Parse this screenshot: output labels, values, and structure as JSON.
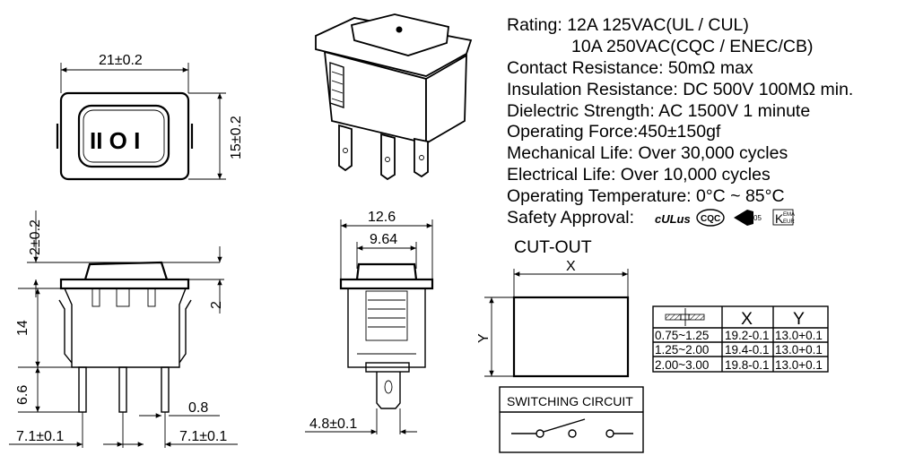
{
  "specs": {
    "rating_1": "Rating: 12A 125VAC(UL / CUL)",
    "rating_2": "10A  250VAC(CQC / ENEC/CB)",
    "contact_resistance": "Contact Resistance: 50mΩ max",
    "insulation_resistance": "Insulation Resistance: DC 500V 100MΩ min.",
    "dielectric_strength": "Dielectric Strength: AC 1500V 1 minute",
    "operating_force": "Operating Force:450±150gf",
    "mechanical_life": "Mechanical Life: Over 30,000 cycles",
    "electrical_life": "Electrical Life: Over 10,000 cycles",
    "operating_temperature": "Operating Temperature: 0°C ~ 85°C",
    "safety_approval": "Safety Approval:"
  },
  "approvals": {
    "ul": "cULus",
    "cqc": "CQC",
    "enec": "05",
    "kema": "KEMA EUR"
  },
  "front_view": {
    "width_dim": "21±0.2",
    "height_dim": "15±0.2",
    "symbols": "II O I"
  },
  "side_view": {
    "rocker_dim": "2±0.2",
    "rocker_height": "2",
    "body_height": "14",
    "pin_length": "6.6",
    "pin_width": "0.8",
    "pitch_left": "7.1±0.1",
    "pitch_right": "7.1±0.1"
  },
  "end_view": {
    "flange_width": "12.6",
    "body_width": "9.64",
    "terminal_width": "4.8±0.1"
  },
  "cutout": {
    "title": "CUT-OUT",
    "x_label": "X",
    "y_label": "Y",
    "table": {
      "headers": [
        "",
        "X",
        "Y"
      ],
      "rows": [
        [
          "0.75~1.25",
          "19.2-0.1",
          "13.0+0.1"
        ],
        [
          "1.25~2.00",
          "19.4-0.1",
          "13.0+0.1"
        ],
        [
          "2.00~3.00",
          "19.8-0.1",
          "13.0+0.1"
        ]
      ]
    }
  },
  "switching_circuit": {
    "title": "SWITCHING CIRCUIT"
  }
}
